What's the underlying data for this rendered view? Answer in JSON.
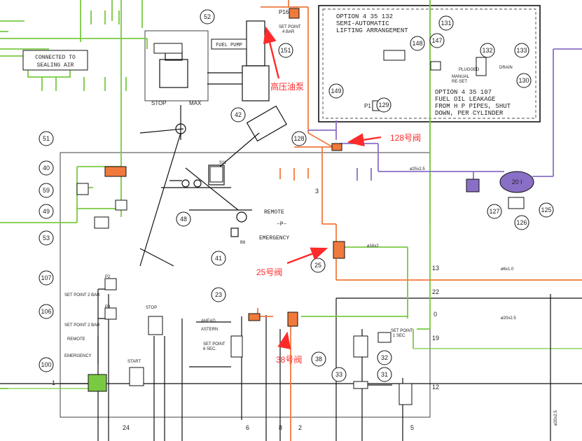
{
  "colors": {
    "green": "#7ac943",
    "orange": "#f07a3c",
    "purple": "#8a6fc7",
    "annotation_red": "#ff2a2a",
    "line": "#111111"
  },
  "boxes": {
    "sealing_air": [
      "CONNECTED TO",
      "SEALING AIR"
    ],
    "fuel_pump": "FUEL PUMP",
    "option_132": [
      "OPTION  4 35 132",
      "SEMI-AUTOMATIC",
      "LIFTING ARRANGEMENT"
    ],
    "option_107": [
      "OPTION  4 35 107",
      "FUEL OIL LEAKAGE",
      "FROM H P PIPES, SHUT",
      "DOWN, PER CYLINDER"
    ]
  },
  "labels": {
    "p16": "P16",
    "setpoint_4bar": [
      "SET POINT",
      "4 BAR"
    ],
    "stop": "STOP",
    "max": "MAX",
    "plugged": "PLUGGED",
    "manual_reset": [
      "MANUAL",
      "RE-SET"
    ],
    "drain": "DRAIN",
    "p1": "P1",
    "remote": "REMOTE",
    "p_mark": "–P–",
    "emergency": "EMERGENCY",
    "p2": "P2",
    "p3": "P3",
    "setpoint_2bar": "SET POINT  2 BAR",
    "remote_small": "REMOTE",
    "emergency_small": "EMERGENCY",
    "stop_small": "STOP",
    "start": "START",
    "ahead": "AHEAD",
    "astern": "ASTERN",
    "setpoint_6sec": [
      "SET POINT",
      "6 SEC."
    ],
    "setpoint_1sec": [
      "SET POINT",
      "1 SEC"
    ],
    "pipe_16x2": "ø16x2",
    "pipe_25x2_5": "ø25x2.5",
    "pipe_6x1": "ø6x1.0",
    "pipe_20x2_5": "ø20x2.5",
    "pipe_20x2_5_vert": "ø20x2.5",
    "tank": "20 l",
    "s11": "S11",
    "b6": "B6"
  },
  "line_numbers": [
    "13",
    "22",
    "0",
    "19",
    "12",
    "3",
    "1",
    "24",
    "6",
    "8",
    "2",
    "5"
  ],
  "components": [
    "52",
    "151",
    "131",
    "132",
    "133",
    "148",
    "147",
    "130",
    "149",
    "129",
    "42",
    "128",
    "51",
    "40",
    "59",
    "49",
    "53",
    "48",
    "41",
    "127",
    "125",
    "126",
    "25",
    "107",
    "106",
    "23",
    "38",
    "33",
    "32",
    "31",
    "100"
  ],
  "annotations": {
    "pump": "高压油泵",
    "v128": "128号阀",
    "v25": "25号阀",
    "v38": "38号阀"
  }
}
